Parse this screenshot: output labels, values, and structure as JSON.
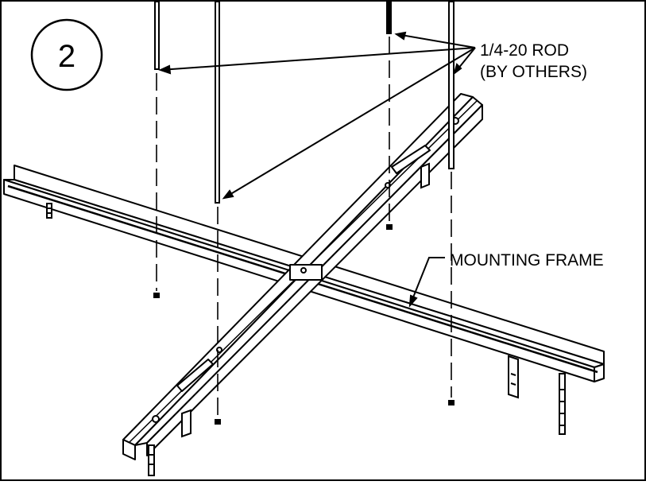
{
  "step": {
    "number": "2"
  },
  "labels": {
    "rod_line1": "1/4-20 ROD",
    "rod_line2": "(BY OTHERS)",
    "frame": "MOUNTING FRAME"
  },
  "colors": {
    "ink": "#000000",
    "paper": "#ffffff"
  }
}
